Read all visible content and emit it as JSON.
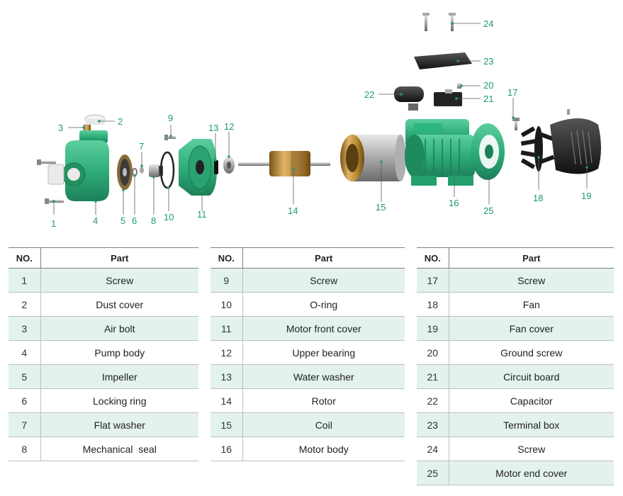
{
  "callouts": [
    "1",
    "2",
    "3",
    "4",
    "5",
    "6",
    "7",
    "8",
    "9",
    "10",
    "11",
    "12",
    "13",
    "14",
    "15",
    "16",
    "17",
    "18",
    "19",
    "20",
    "21",
    "22",
    "23",
    "24",
    "25"
  ],
  "table_headers": {
    "no": "NO.",
    "part": "Part"
  },
  "tables": [
    {
      "rows": [
        {
          "no": "1",
          "part": "Screw"
        },
        {
          "no": "2",
          "part": "Dust cover"
        },
        {
          "no": "3",
          "part": "Air bolt"
        },
        {
          "no": "4",
          "part": "Pump body"
        },
        {
          "no": "5",
          "part": "Impeller"
        },
        {
          "no": "6",
          "part": "Locking ring"
        },
        {
          "no": "7",
          "part": "Flat washer"
        },
        {
          "no": "8",
          "part": "Mechanical  seal"
        }
      ]
    },
    {
      "rows": [
        {
          "no": "9",
          "part": "Screw"
        },
        {
          "no": "10",
          "part": "O-ring"
        },
        {
          "no": "11",
          "part": "Motor front cover"
        },
        {
          "no": "12",
          "part": "Upper bearing"
        },
        {
          "no": "13",
          "part": "Water washer"
        },
        {
          "no": "14",
          "part": "Rotor"
        },
        {
          "no": "15",
          "part": "Coil"
        },
        {
          "no": "16",
          "part": "Motor body"
        }
      ]
    },
    {
      "rows": [
        {
          "no": "17",
          "part": "Screw"
        },
        {
          "no": "18",
          "part": "Fan"
        },
        {
          "no": "19",
          "part": "Fan cover"
        },
        {
          "no": "20",
          "part": "Ground screw"
        },
        {
          "no": "21",
          "part": "Circuit board"
        },
        {
          "no": "22",
          "part": "Capacitor"
        },
        {
          "no": "23",
          "part": "Terminal box"
        },
        {
          "no": "24",
          "part": "Screw"
        },
        {
          "no": "25",
          "part": "Motor end cover"
        }
      ]
    }
  ],
  "colors": {
    "accent_green": "#1f9a6e",
    "part_green": "#2fae7a",
    "row_tint": "#e3f2ee",
    "brass": "#c9953a"
  }
}
